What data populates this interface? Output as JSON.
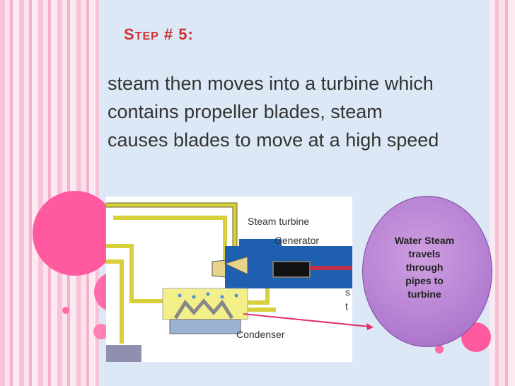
{
  "slide": {
    "title_lead": "S",
    "title_rest": "TEP",
    "title_tail": " # 5:",
    "body": "steam then moves into a turbine which contains propeller blades, steam causes blades to move at a high speed"
  },
  "diagram": {
    "labels": {
      "steam_turbine": "Steam turbine",
      "generator": "Generator",
      "condenser": "Condenser",
      "partial_s": "s",
      "partial_t": "t"
    }
  },
  "callout": {
    "text_line1": "Water Steam",
    "text_line2": "travels",
    "text_line3": "through",
    "text_line4": "pipes to",
    "text_line5": "turbine"
  },
  "colors": {
    "title": "#cc3333",
    "pipe": "#e0d84a",
    "turbine": "#1f5fb0",
    "callout": "#b886d8",
    "arrow": "#e0306a"
  }
}
